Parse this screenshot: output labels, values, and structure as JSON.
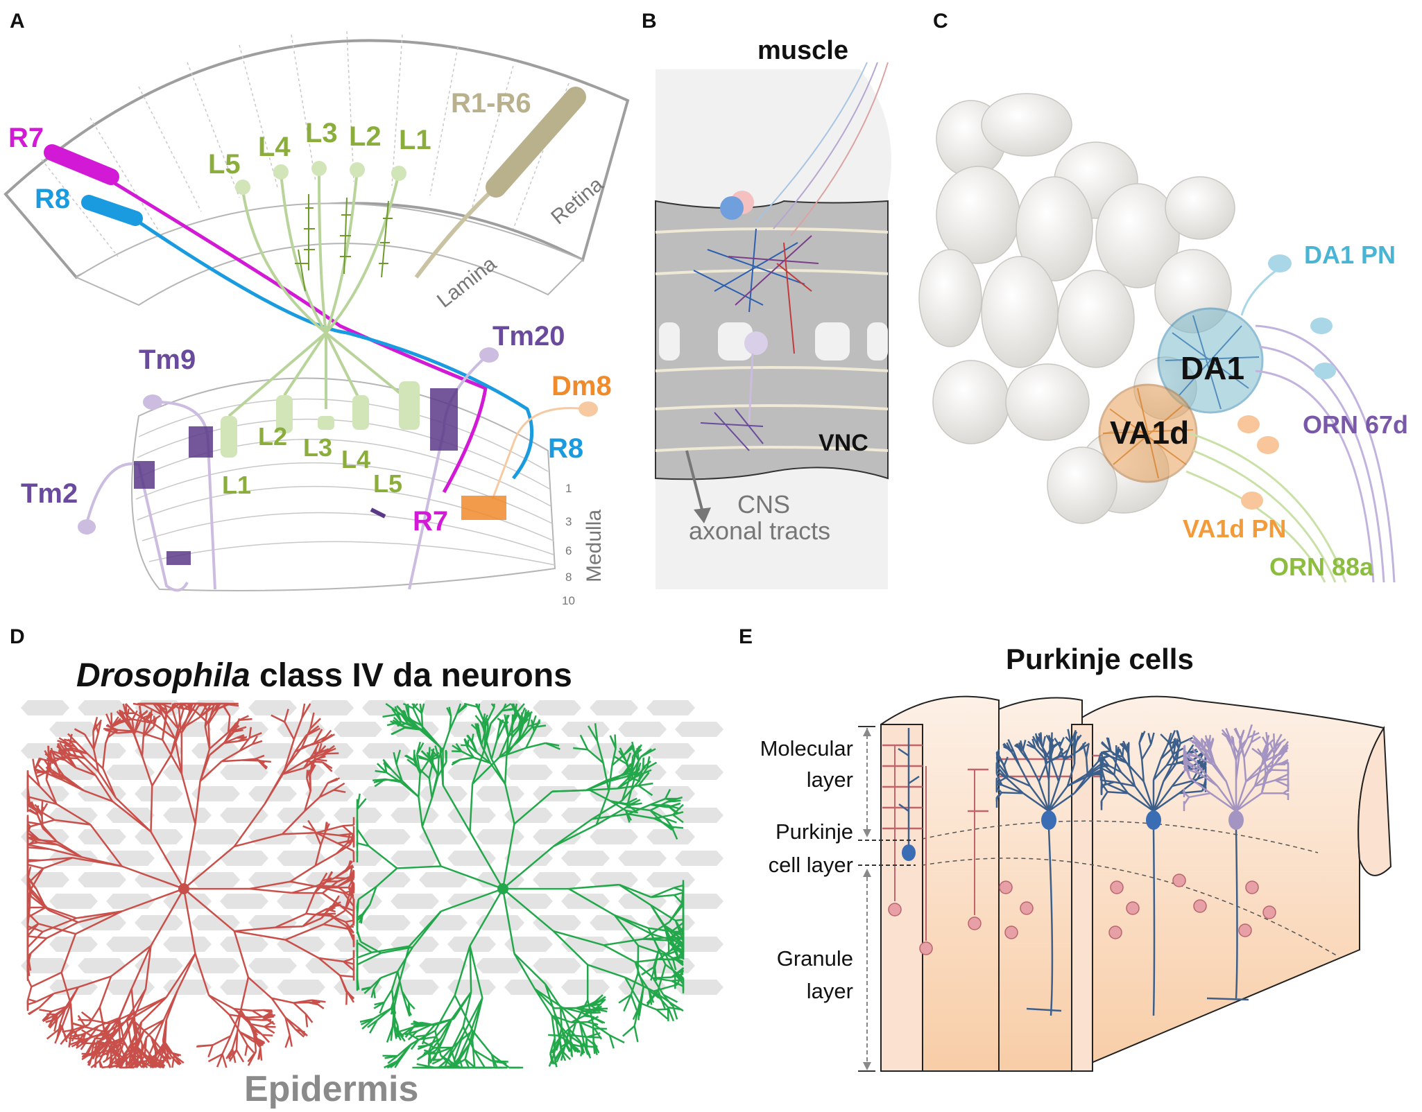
{
  "panels": {
    "A": {
      "letter": "A",
      "regions": {
        "retina": "Retina",
        "lamina": "Lamina",
        "medulla": "Medulla"
      },
      "photoreceptors": {
        "r1r6": "R1-R6",
        "r7": "R7",
        "r8": "R8"
      },
      "lamina_neurons": [
        "L5",
        "L4",
        "L3",
        "L2",
        "L1"
      ],
      "medulla_lamina_terminals": [
        "L1",
        "L2",
        "L3",
        "L4",
        "L5"
      ],
      "medulla_neurons": {
        "tm9": "Tm9",
        "tm20": "Tm20",
        "tm2": "Tm2",
        "dm8": "Dm8"
      },
      "medulla_targets": {
        "r7": "R7",
        "r8": "R8"
      },
      "layers": [
        "1",
        "3",
        "6",
        "8",
        "10"
      ],
      "colors": {
        "r7": "#d21ad6",
        "r8": "#1a9be0",
        "lamina": "#8aad3c",
        "r1r6": "#b9b08c",
        "tm": "#6a4a9c",
        "dm8": "#f08a2a"
      }
    },
    "B": {
      "letter": "B",
      "muscle": "muscle",
      "vnc": "VNC",
      "cns_line1": "CNS",
      "cns_line2": "axonal tracts"
    },
    "C": {
      "letter": "C",
      "glomeruli": {
        "da1": "DA1",
        "va1d": "VA1d"
      },
      "neurons": {
        "da1_pn": "DA1 PN",
        "orn67d": "ORN 67d",
        "va1d_pn": "VA1d PN",
        "orn88a": "ORN 88a"
      },
      "colors": {
        "da1_pn": "#4ab4d4",
        "orn67d": "#7a58a8",
        "va1d_pn": "#f39a3b",
        "orn88a": "#8cbd3f"
      }
    },
    "D": {
      "letter": "D",
      "title_italic": "Drosophila",
      "title_rest": " class IV da neurons",
      "caption": "Epidermis",
      "colors": {
        "left_neuron": "#c9504a",
        "right_neuron": "#22a84a"
      }
    },
    "E": {
      "letter": "E",
      "title": "Purkinje cells",
      "layers": {
        "molecular_1": "Molecular",
        "molecular_2": "layer",
        "purkinje_1": "Purkinje",
        "purkinje_2": "cell layer",
        "granule_1": "Granule",
        "granule_2": "layer"
      },
      "colors": {
        "dendrite": "#3b5f8a",
        "granule": "#e7a0a6",
        "tissue": "#fbdcc6"
      }
    }
  }
}
